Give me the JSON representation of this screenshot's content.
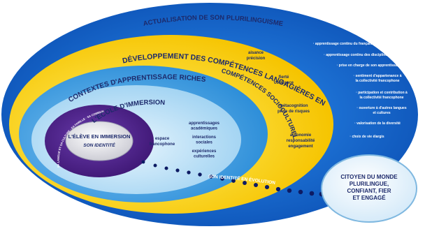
{
  "diagram": {
    "rings": {
      "outer_title": "ACTUALISATION DE SON PLURILINGUISME",
      "yellow_title": "DÉVELOPPEMENT DES COMPÉTENCES LANGAGIÈRES EN FRANÇAIS",
      "yellow_subtitle": "COMPÉTENCES SOCIOCULTURELLES",
      "blue_title": "CONTEXTES D'APPRENTISSAGE RICHES ET VARIÉS",
      "school_title": "L'ÉCOLE D'IMMERSION",
      "inner_ring_text": "SA LANGUE ET SA CULTURE · SA FAMILLE · SA COMMUNAUTÉ · SES AMIS · SES EXPÉRIENCES D'APPRENTISSAGE"
    },
    "center": {
      "title": "L'ÉLÈVE EN IMMERSION",
      "subtitle": "SON IDENTITÉ"
    },
    "school_items": {
      "espace": [
        "espace",
        "francophone"
      ],
      "right": [
        [
          "apprentissages",
          "académiques"
        ],
        [
          "interactions",
          "sociales"
        ],
        [
          "expériences",
          "culturelles"
        ]
      ]
    },
    "competences": [
      [
        "aisance",
        "précision"
      ],
      [
        "fierté",
        "confiance"
      ],
      [
        "métacognition",
        "prise de risques"
      ],
      [
        "autonomie",
        "responsabilité",
        "engagement"
      ]
    ],
    "outcomes": [
      [
        "· apprentissage continu du français"
      ],
      [
        "· apprentissage continu des disciplines"
      ],
      [
        "· prise en charge de son apprentissage"
      ],
      [
        "· sentiment d'appartenance à",
        "la collectivité francophone"
      ],
      [
        "· participation et contribution à",
        "la collectivité francophone"
      ],
      [
        "· ouverture à d'autres langues",
        "et cultures"
      ],
      [
        "· valorisation de la diversité"
      ],
      [
        "· choix de vie élargis"
      ]
    ],
    "evolution_label": "SON IDENTITÉ EN ÉVOLUTION",
    "citizen": [
      "CITOYEN DU MONDE",
      "PLURILINGUE,",
      "CONFIANT, FIER",
      "ET ENGAGÉ"
    ],
    "colors": {
      "outer_blue": "#1565c0",
      "yellow": "#fcd116",
      "mid_blue": "#3a9be0",
      "light_blue": "#bfe2f7",
      "purple": "#4b1f86",
      "navy_text": "#1d2a6b",
      "arrow": "#0d1b63"
    }
  }
}
